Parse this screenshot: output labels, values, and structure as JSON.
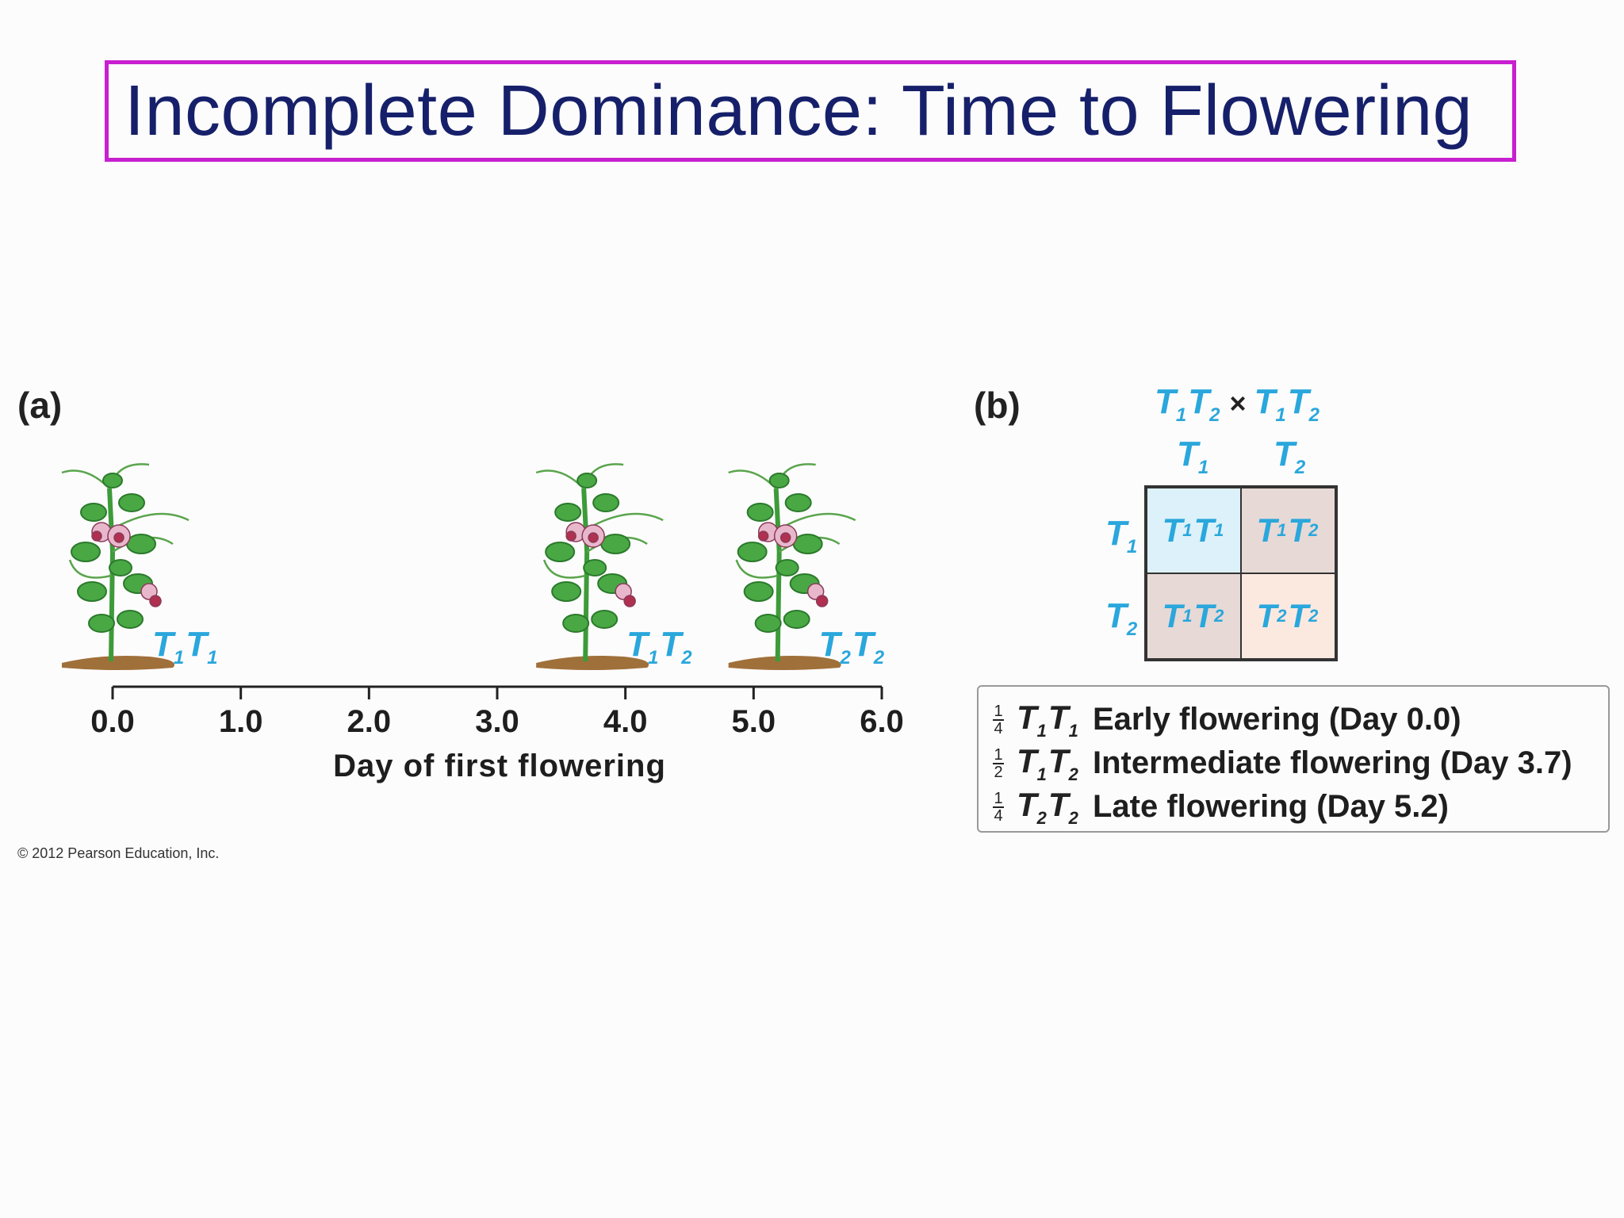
{
  "title": "Incomplete Dominance:  Time to Flowering",
  "panel_a": {
    "label": "(a)",
    "axis": {
      "ticks": [
        "0.0",
        "1.0",
        "2.0",
        "3.0",
        "4.0",
        "5.0",
        "6.0"
      ],
      "title": "Day of first flowering"
    },
    "plants": [
      {
        "genotype": [
          "T",
          "1",
          "T",
          "1"
        ],
        "day": 0.0
      },
      {
        "genotype": [
          "T",
          "1",
          "T",
          "2"
        ],
        "day": 3.7
      },
      {
        "genotype": [
          "T",
          "2",
          "T",
          "2"
        ],
        "day": 5.2
      }
    ]
  },
  "panel_b": {
    "label": "(b)",
    "cross": {
      "left": [
        "T",
        "1",
        "T",
        "2"
      ],
      "symbol": "×",
      "right": [
        "T",
        "1",
        "T",
        "2"
      ]
    },
    "col_headers": [
      [
        "T",
        "1"
      ],
      [
        "T",
        "2"
      ]
    ],
    "row_headers": [
      [
        "T",
        "1"
      ],
      [
        "T",
        "2"
      ]
    ],
    "cells": [
      {
        "g": [
          "T",
          "1",
          "T",
          "1"
        ],
        "color": "#dcf1fa"
      },
      {
        "g": [
          "T",
          "1",
          "T",
          "2"
        ],
        "color": "#e6d9d6"
      },
      {
        "g": [
          "T",
          "1",
          "T",
          "2"
        ],
        "color": "#e6d9d6"
      },
      {
        "g": [
          "T",
          "2",
          "T",
          "2"
        ],
        "color": "#fbe9e0"
      }
    ],
    "summary": [
      {
        "num": "1",
        "den": "4",
        "g": [
          "T",
          "1",
          "T",
          "1"
        ],
        "desc": "Early flowering (Day 0.0)"
      },
      {
        "num": "1",
        "den": "2",
        "g": [
          "T",
          "1",
          "T",
          "2"
        ],
        "desc": "Intermediate flowering (Day 3.7)"
      },
      {
        "num": "1",
        "den": "4",
        "g": [
          "T",
          "2",
          "T",
          "2"
        ],
        "desc": "Late flowering (Day 5.2)"
      }
    ]
  },
  "copyright": "© 2012 Pearson Education, Inc.",
  "colors": {
    "title": "#16206a",
    "title_border": "#c81fd0",
    "allele": "#2aa7dc"
  }
}
